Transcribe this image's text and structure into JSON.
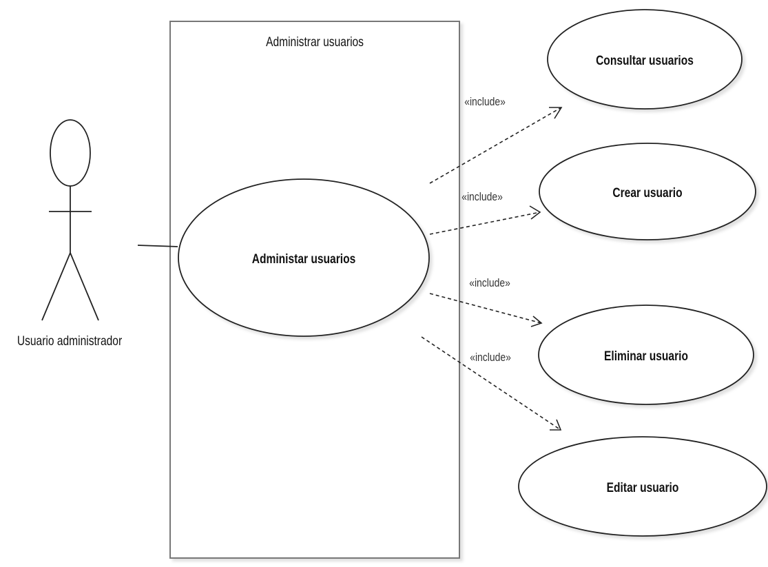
{
  "actor": {
    "label": "Usuario administrador"
  },
  "system_boundary": {
    "title": "Administrar usuarios"
  },
  "main_use_case": {
    "label": "Administar usuarios"
  },
  "use_cases": [
    {
      "label": "Consultar usuarios"
    },
    {
      "label": "Crear usuario"
    },
    {
      "label": "Eliminar usuario"
    },
    {
      "label": "Editar  usuario"
    }
  ],
  "relations": [
    {
      "label": "«include»"
    },
    {
      "label": "«include»"
    },
    {
      "label": "«include»"
    },
    {
      "label": "«include»"
    }
  ]
}
